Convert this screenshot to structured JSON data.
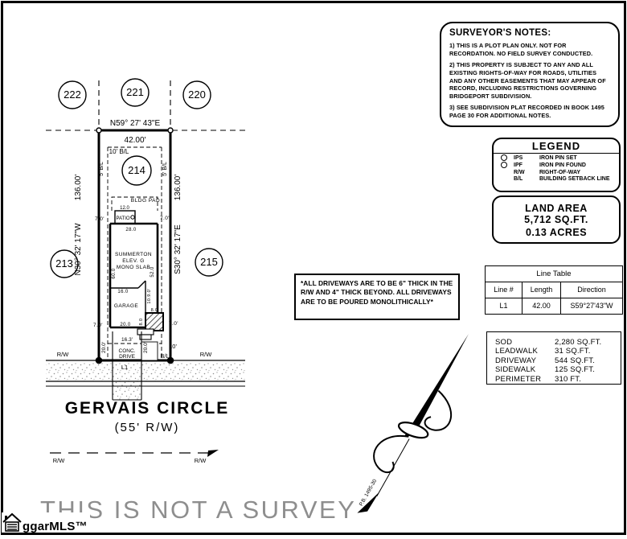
{
  "frame": {
    "watermark": "THIS IS NOT A SURVEY",
    "logo_text": "ggarMLS™"
  },
  "surveyor_notes": {
    "title": "SURVEYOR'S NOTES:",
    "note1": "1) THIS IS A PLOT PLAN ONLY. NOT FOR RECORDATION. NO FIELD SURVEY CONDUCTED.",
    "note2": "2) THIS PROPERTY IS SUBJECT TO ANY AND ALL EXISTING RIGHTS-OF-WAY FOR ROADS, UTILITIES AND ANY OTHER EASEMENTS THAT MAY APPEAR OF RECORD, INCLUDING RESTRICTIONS GOVERNING BRIDGEPORT SUBDIVISION.",
    "note3": "3) SEE SUBDIVISION PLAT RECORDED IN BOOK 1495 PAGE 30 FOR ADDITIONAL NOTES."
  },
  "legend": {
    "title": "LEGEND",
    "items": [
      {
        "symbol": "open-circle",
        "abbr": "IPS",
        "label": "IRON PIN SET"
      },
      {
        "symbol": "open-circle",
        "abbr": "IPF",
        "label": "IRON PIN FOUND"
      },
      {
        "symbol": "",
        "abbr": "R/W",
        "label": "RIGHT-OF-WAY"
      },
      {
        "symbol": "",
        "abbr": "B/L",
        "label": "BUILDING SETBACK LINE"
      }
    ]
  },
  "land_area": {
    "title": "LAND AREA",
    "sqft": "5,712 SQ.FT.",
    "acres": "0.13 ACRES"
  },
  "line_table": {
    "title": "Line Table",
    "col_line": "Line #",
    "col_length": "Length",
    "col_direction": "Direction",
    "rows": [
      {
        "line": "L1",
        "length": "42.00",
        "direction": "S59°27'43\"W"
      }
    ]
  },
  "quantities": {
    "items": [
      {
        "label": "SOD",
        "value": "2,280 SQ.FT."
      },
      {
        "label": "LEADWALK",
        "value": "31 SQ.FT."
      },
      {
        "label": "DRIVEWAY",
        "value": "544 SQ.FT."
      },
      {
        "label": "SIDEWALK",
        "value": "125 SQ.FT."
      },
      {
        "label": "PERIMETER",
        "value": "310 FT."
      }
    ]
  },
  "driveway_note": {
    "text": "*ALL DRIVEWAYS ARE TO BE 6\" THICK IN THE R/W AND 4\" THICK BEYOND. ALL DRIVEWAYS ARE TO BE POURED MONOLITHICALLY*"
  },
  "north_arrow": {
    "plat_ref": "P.B. 1495-30"
  },
  "street": {
    "name": "GERVAIS CIRCLE",
    "rw_width": "(55' R/W)"
  },
  "plot": {
    "lots": {
      "l222": "222",
      "l221": "221",
      "l220": "220",
      "l213": "213",
      "l214": "214",
      "l215": "215"
    },
    "front_bearing": "N59° 27' 43\"E",
    "front_length": "42.00'",
    "west_length": "136.00'",
    "west_bearing": "N30° 32' 17\"W",
    "east_length": "136.00'",
    "east_bearing": "S30° 32' 17\"E",
    "bl_front": "10' B/L",
    "bl_left": "5' B/L",
    "bl_right": "5' B/L",
    "bl_rear_top": "10'",
    "bl_rear_bottom": "B/L",
    "bldg_pad": "BLDG PAD",
    "patio_label": "PATIO",
    "patio_width": "12.0",
    "offset_left_upper": "7.0'",
    "offset_right_upper": "7.0'",
    "offset_left_lower": "7.0'",
    "offset_right_lower": "7.0'",
    "house_width": "28.0",
    "house_line1": "SUMMERTON",
    "house_line2": "ELEV. G",
    "house_line3": "MONO SLAB",
    "house_depth_left": "60.0",
    "house_depth_right": "52.0",
    "garage_label": "GARAGE",
    "garage_width": "16.0",
    "garage_bottom_width": "20.0",
    "garage_corner": "10.9.0'",
    "stoop_width": "8.0",
    "stoop_depth": "8.0",
    "drive_label1": "CONC.",
    "drive_label2": "DRIVE",
    "drive_width": "16.3'",
    "drive_len_left": "20.0'",
    "drive_len_right": "20.0'",
    "line_l1": "L1",
    "rw_label": "R/W"
  }
}
